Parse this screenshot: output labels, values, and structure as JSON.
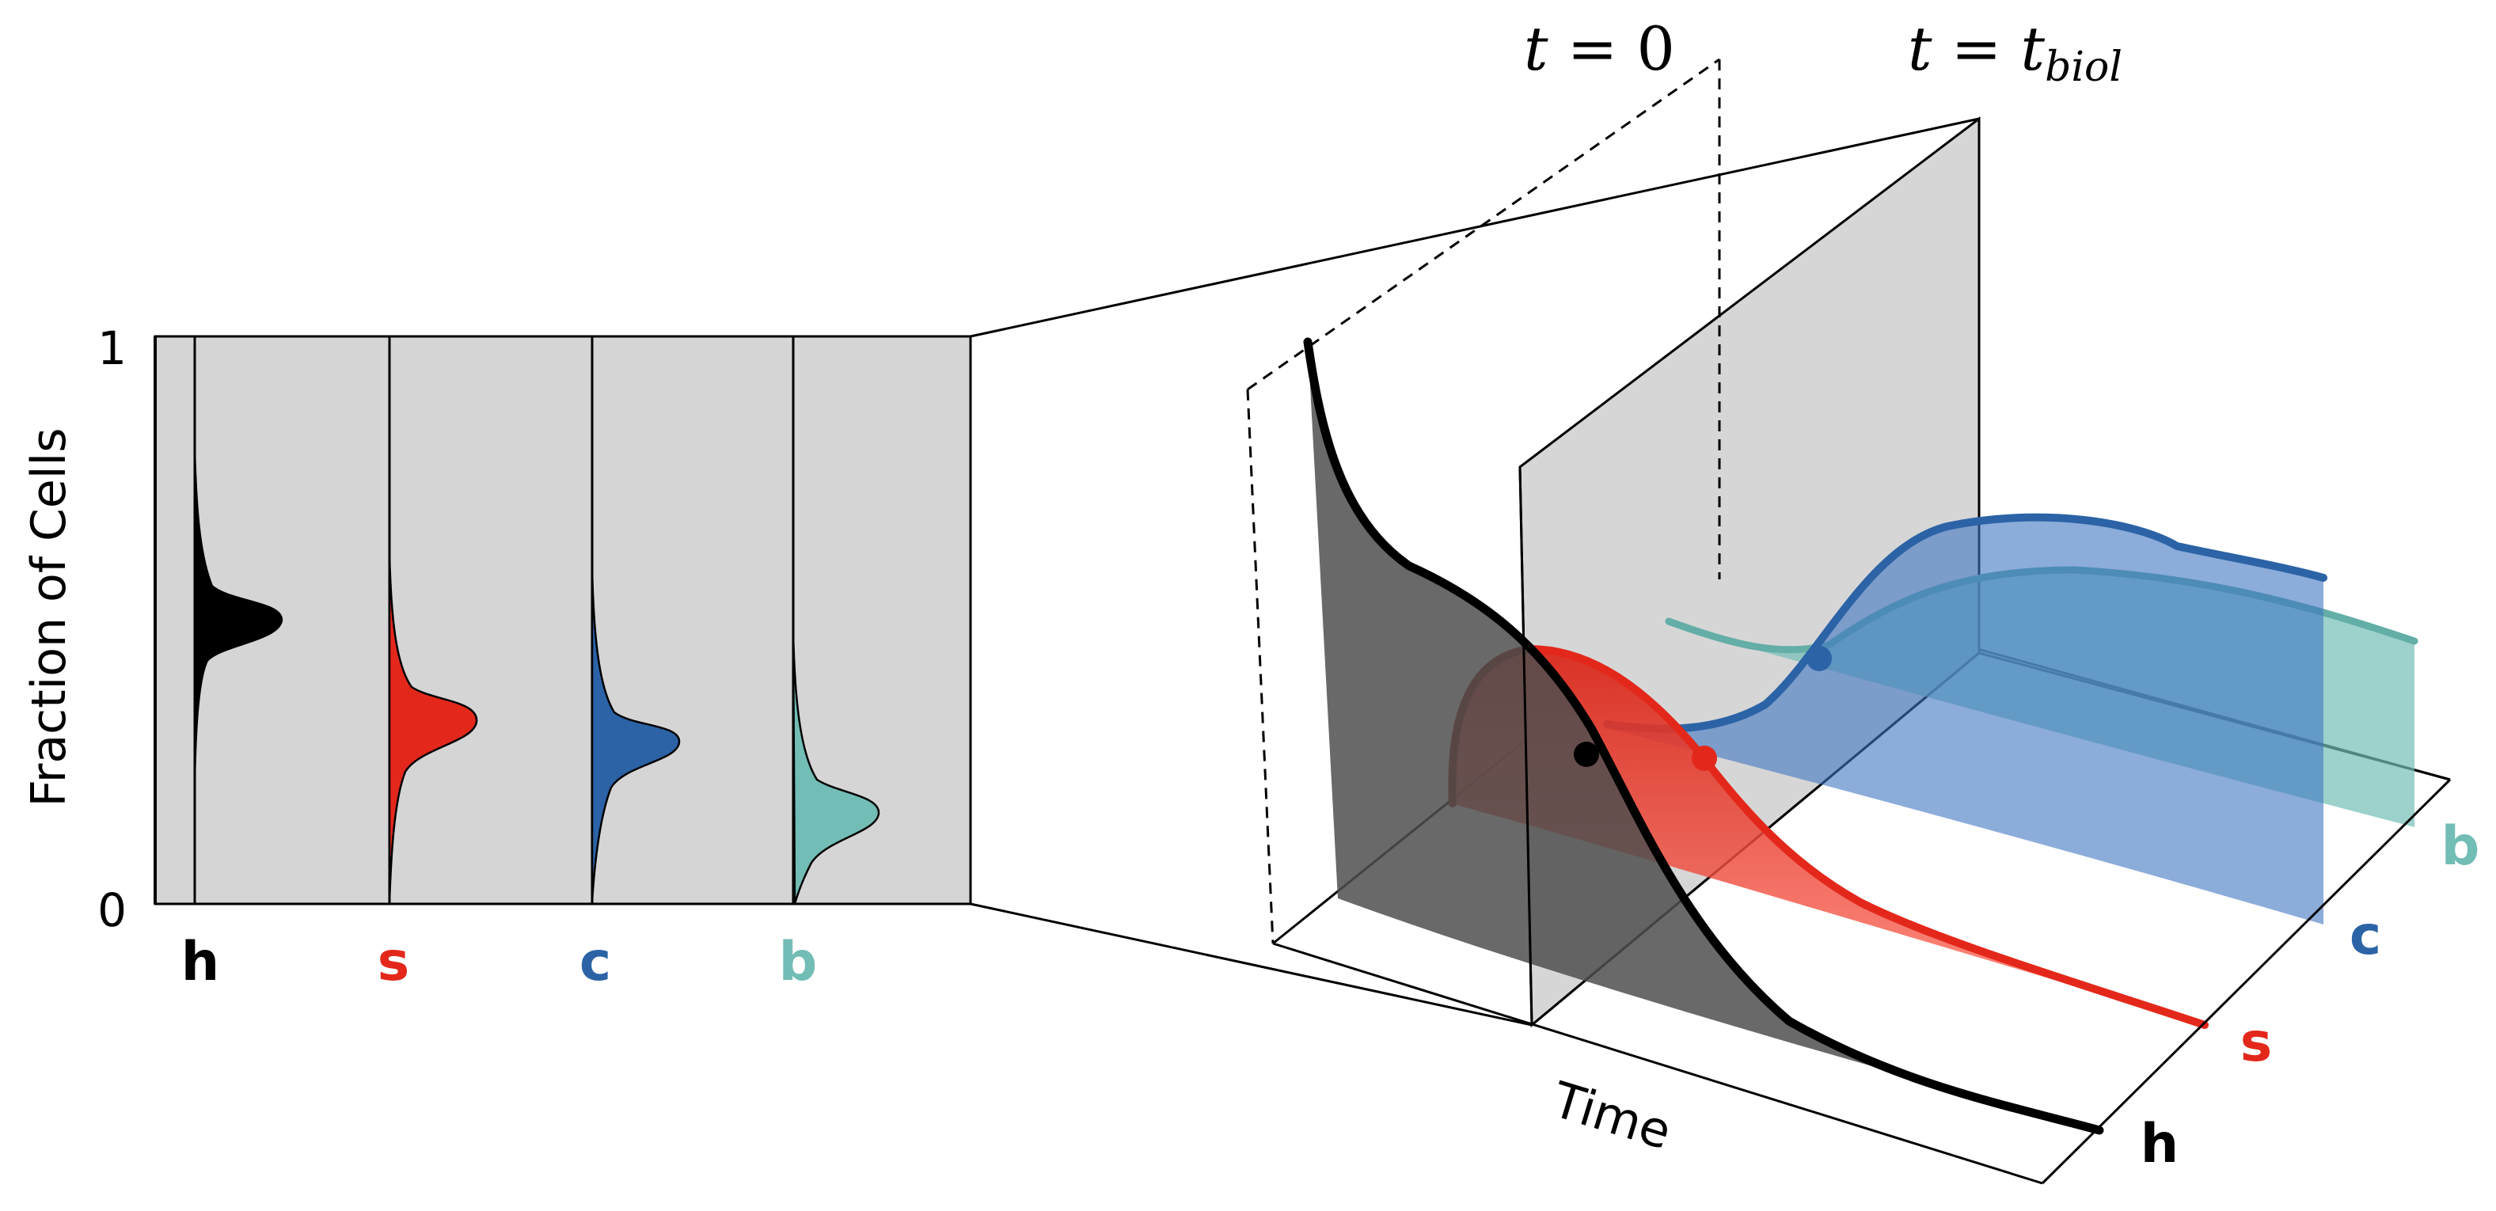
{
  "left_panel": {
    "ylabel": "Fraction of Cells",
    "y_top": "1",
    "y_bottom": "0",
    "categories": [
      {
        "key": "h",
        "label": "h",
        "color": "#000000"
      },
      {
        "key": "s",
        "label": "s",
        "color": "#e3281b"
      },
      {
        "key": "c",
        "label": "c",
        "color": "#2b63a6"
      },
      {
        "key": "b",
        "label": "b",
        "color": "#72bdb6"
      }
    ]
  },
  "right_panel": {
    "t0": {
      "var": "t",
      "eq": " = ",
      "val": "0"
    },
    "tb": {
      "var": "t",
      "eq": " = ",
      "val": "t",
      "sub": "biol"
    },
    "xlabel": "Time",
    "lanes": [
      {
        "key": "h",
        "label": "h",
        "color": "#000000"
      },
      {
        "key": "s",
        "label": "s",
        "color": "#e3281b"
      },
      {
        "key": "c",
        "label": "c",
        "color": "#2b63a6"
      },
      {
        "key": "b",
        "label": "b",
        "color": "#72bdb6"
      }
    ]
  },
  "colors": {
    "panel_bg": "#d5d5d5",
    "h": "#000000",
    "s": "#e3281b",
    "c": "#2b63a6",
    "b": "#72bdb6"
  }
}
